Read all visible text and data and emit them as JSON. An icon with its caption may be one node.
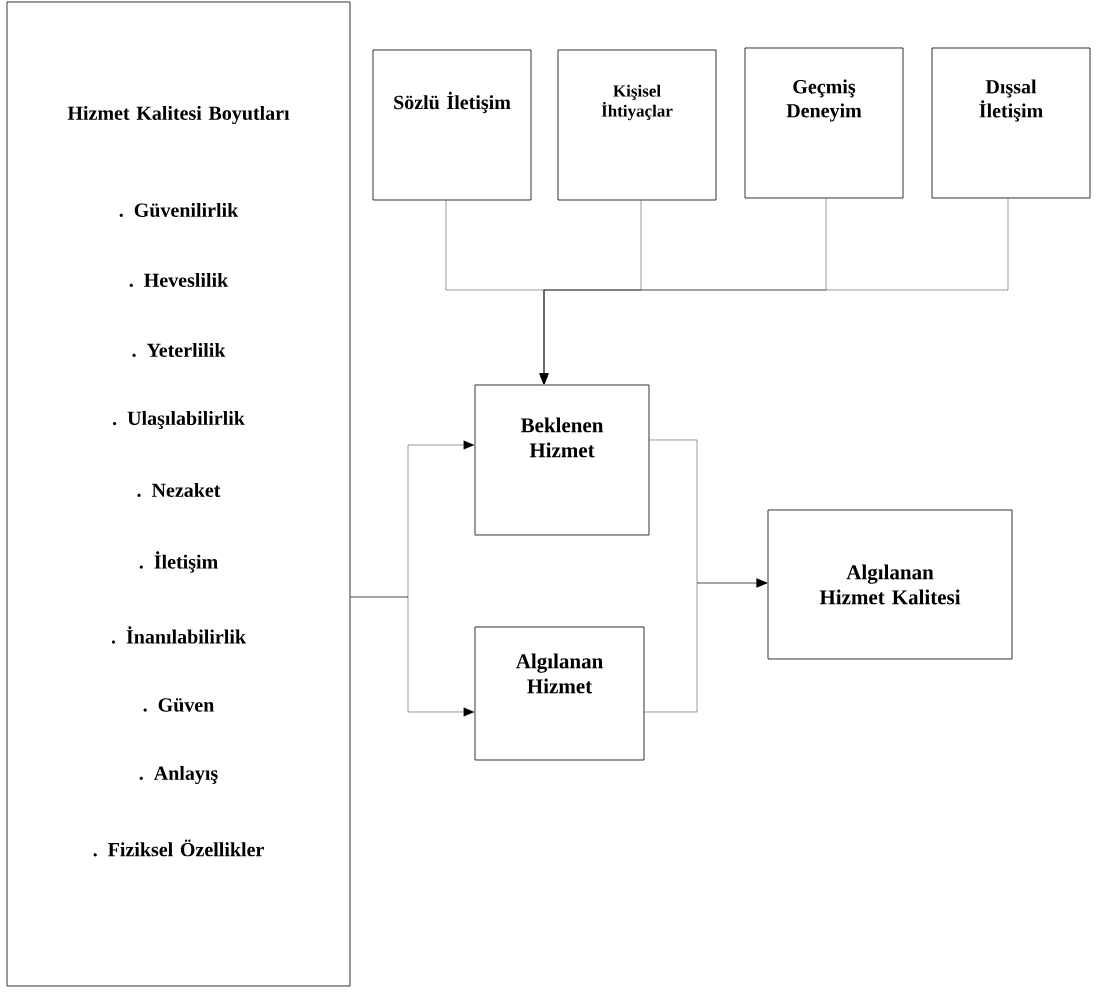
{
  "diagram": {
    "nodes": [
      {
        "text": [
          "Hizmet Kalitesi Boyutları",
          ". Güvenilirlik",
          ". Heveslilik",
          ". Yeterlilik",
          ". Ulaşılabilirlik",
          ". Nezaket",
          ". İletişim",
          ". İnanılabilirlik",
          ". Güven",
          ". Anlayış",
          ". Fiziksel Özellikler"
        ]
      },
      {
        "text": [
          "Sözlü İletişim"
        ]
      },
      {
        "text": [
          "Kişisel İhtiyaçlar"
        ]
      },
      {
        "text": [
          "Geçmiş Deneyim"
        ]
      },
      {
        "text": [
          "Dışsal İletişim"
        ]
      },
      {
        "text": [
          "Beklenen Hizmet"
        ]
      },
      {
        "text": [
          "Algılanan Hizmet"
        ]
      },
      {
        "text": [
          "Algılanan Hizmet Kalitesi"
        ]
      }
    ],
    "edges": [
      {
        "from": 1,
        "to": 5,
        "arrow": "to"
      },
      {
        "from": 2,
        "to": 5,
        "arrow": "to"
      },
      {
        "from": 3,
        "to": 5,
        "arrow": "to"
      },
      {
        "from": 4,
        "to": 5,
        "arrow": "to"
      },
      {
        "from": 0,
        "to": 5,
        "arrow": "to"
      },
      {
        "from": 0,
        "to": 6,
        "arrow": "to"
      },
      {
        "from": 5,
        "to": 7,
        "arrow": "to"
      },
      {
        "from": 6,
        "to": 7,
        "arrow": "to"
      }
    ]
  }
}
